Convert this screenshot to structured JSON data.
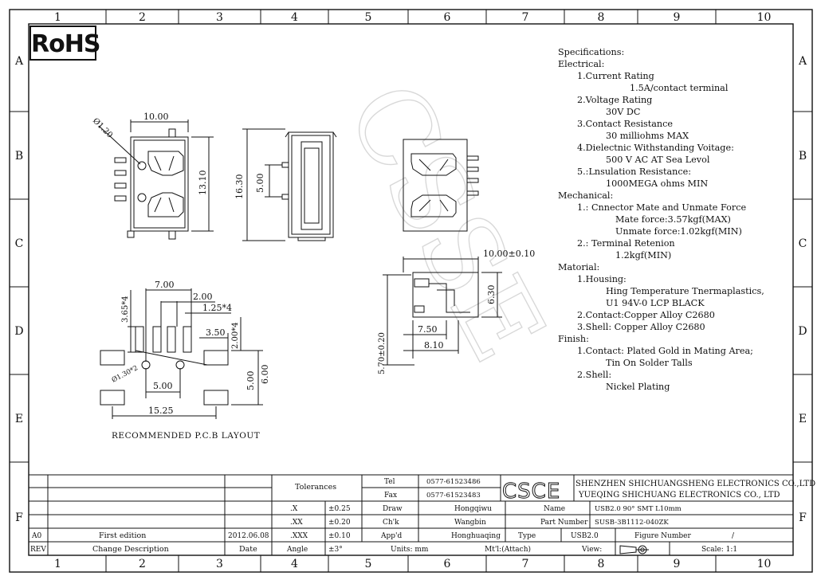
{
  "grid": {
    "columns": [
      "1",
      "2",
      "3",
      "4",
      "5",
      "6",
      "7",
      "8",
      "9",
      "10"
    ],
    "rows": [
      "A",
      "B",
      "C",
      "D",
      "E",
      "F"
    ]
  },
  "rohs_mark": "RoHS",
  "watermark": "CSSE",
  "specs": [
    {
      "text": "Specifications:",
      "indent": 0
    },
    {
      "text": "Electrical:",
      "indent": 0
    },
    {
      "text": "1.Current Rating",
      "indent": 1
    },
    {
      "text": "1.5A/contact terminal",
      "indent": 4
    },
    {
      "text": "2.Voltage Rating",
      "indent": 1
    },
    {
      "text": "30V DC",
      "indent": 2
    },
    {
      "text": "3.Contact Resistance",
      "indent": 1
    },
    {
      "text": "30 milliohms MAX",
      "indent": 2
    },
    {
      "text": "4.Dielectnic Withstanding Voitage:",
      "indent": 1
    },
    {
      "text": "500 V AC AT Sea Levol",
      "indent": 2
    },
    {
      "text": "5.:Lnsulation Resistance:",
      "indent": 1
    },
    {
      "text": "1000MEGA ohms MIN",
      "indent": 2
    },
    {
      "text": "Mechanical:",
      "indent": 0
    },
    {
      "text": "1.: Cnnector Mate and Unmate Force",
      "indent": 1
    },
    {
      "text": "Mate force:3.57kgf(MAX)",
      "indent": 3
    },
    {
      "text": "Unmate force:1.02kgf(MIN)",
      "indent": 3
    },
    {
      "text": "2.: Terminal Retenion",
      "indent": 1
    },
    {
      "text": "1.2kgf(MIN)",
      "indent": 3
    },
    {
      "text": "Matorial:",
      "indent": 0
    },
    {
      "text": "1.Housing:",
      "indent": 1
    },
    {
      "text": "Hing Temperature  Tnermaplastics,",
      "indent": 2
    },
    {
      "text": "U1 94V-0  LCP BLACK",
      "indent": 2
    },
    {
      "text": "2.Contact:Copper Alloy C2680",
      "indent": 1
    },
    {
      "text": "3.Shell: Copper Alloy C2680",
      "indent": 1
    },
    {
      "text": "Finish:",
      "indent": 0
    },
    {
      "text": "1.Contact: Plated Gold in Mating Area;",
      "indent": 1
    },
    {
      "text": "Tin On Solder Talls",
      "indent": 2
    },
    {
      "text": "2.Shell:",
      "indent": 1
    },
    {
      "text": "Nickel Plating",
      "indent": 2
    }
  ],
  "dims": {
    "top_w": "10.00",
    "top_h": "13.10",
    "hole": "Ø1.20",
    "front_h": "16.30",
    "front_pitch": "5.00",
    "side_w": "10.00±0.10",
    "side_h": "6.30",
    "side_h2": "5.70±0.20",
    "side_w2": "7.50",
    "side_w3": "8.10",
    "pcb_7": "7.00",
    "pcb_2": "2.00",
    "pcb_125": "1.25*4",
    "pcb_365": "3.65*4",
    "pcb_35": "3.50",
    "pcb_2b": "2.00*4",
    "pcb_hole": "Ø1.30*2",
    "pcb_6": "6.00",
    "pcb_5": "5.00",
    "pcb_5b": "5.00",
    "pcb_1525": "15.25"
  },
  "pcb_caption": "RECOMMENDED  P.C.B LAYOUT",
  "title_block": {
    "tolerances": "Tolerances",
    "tol": [
      {
        "k": ".X",
        "v": "±0.25"
      },
      {
        "k": ".XX",
        "v": "±0.20"
      },
      {
        "k": ".XXX",
        "v": "±0.10"
      },
      {
        "k": "Angle",
        "v": "±3°"
      }
    ],
    "tel_label": "Tel",
    "tel": "0577-61523486",
    "fax_label": "Fax",
    "fax": "0577-61523483",
    "logo": "CSCE",
    "company1": "SHENZHEN SHICHUANGSHENG ELECTRONICS CO.,LTD",
    "company2": "YUEQING SHICHUANG ELECTRONICS CO., LTD",
    "draw_label": "Draw",
    "draw": "Hongqiwu",
    "chk_label": "Ch'k",
    "chk": "Wangbin",
    "appd_label": "App'd",
    "appd": "Honghuaqing",
    "name_label": "Name",
    "name": "USB2.0 90°  SMT  L10mm",
    "partno_label": "Part Number",
    "partno": "SUSB-3B1112-040ZK",
    "type_label": "Type",
    "type": "USB2.0",
    "figno_label": "Figure Number",
    "figno": "/",
    "units": "Units: mm",
    "material": "Mt'l:(Attach)",
    "view": "View:",
    "scale": "Scale: 1:1",
    "rev_a": "A0",
    "rev_a_desc": "First edition",
    "rev_a_date": "2012.06.08",
    "rev_label": "REV",
    "change_label": "Change Description",
    "date_label": "Date"
  }
}
